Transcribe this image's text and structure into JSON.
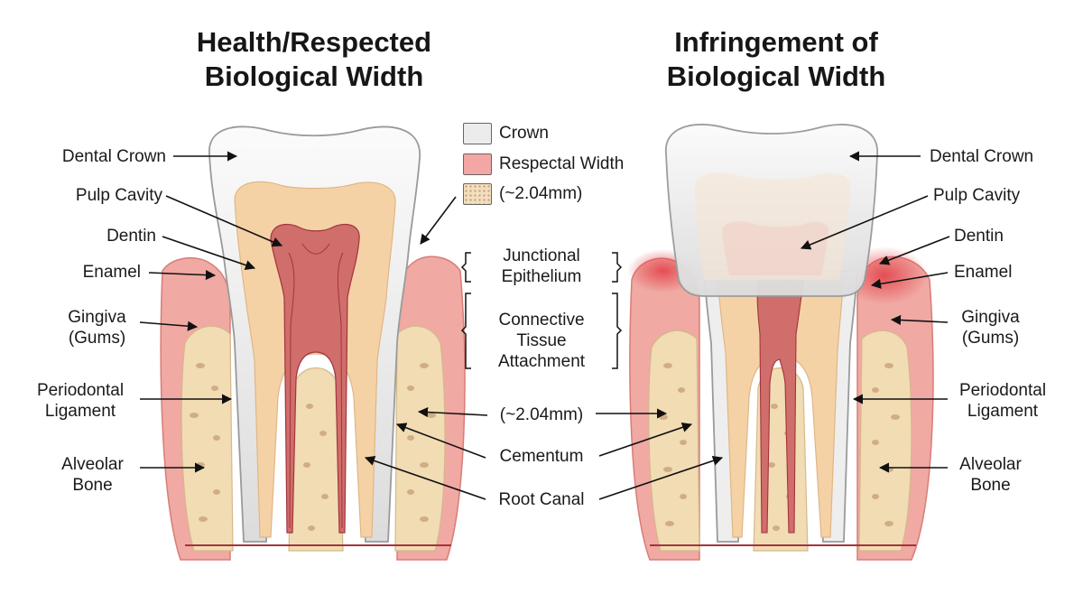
{
  "titles": {
    "left": [
      "Health/Respected",
      "Biological Width"
    ],
    "right": [
      "Infringement of",
      "Biological Width"
    ]
  },
  "legend": [
    {
      "label": "Crown",
      "color": "#ececec"
    },
    {
      "label": "Respectal Width",
      "color": "#f3a6a3"
    },
    {
      "label": "(~2.04mm)",
      "color": "#f2dfbf"
    }
  ],
  "left_labels": {
    "dental_crown": "Dental Crown",
    "pulp_cavity": "Pulp Cavity",
    "dentin": "Dentin",
    "enamel": "Enamel",
    "gingiva": [
      "Gingiva",
      "(Gums)"
    ],
    "periodontal": [
      "Periodontal",
      "Ligament"
    ],
    "alveolar": [
      "Alveolar",
      "Bone"
    ]
  },
  "right_labels": {
    "dental_crown": "Dental Crown",
    "pulp_cavity": "Pulp Cavity",
    "dentin": "Dentin",
    "enamel": "Enamel",
    "gingiva": [
      "Gingiva",
      "(Gums)"
    ],
    "periodontal": [
      "Periodontal",
      "Ligament"
    ],
    "alveolar": [
      "Alveolar",
      "Bone"
    ]
  },
  "center_labels": {
    "junctional": [
      "Junctional",
      "Epithelium"
    ],
    "connective": [
      "Connective",
      "Tissue",
      "Attachment"
    ],
    "width": "(~2.04mm)",
    "cementum": "Cementum",
    "root_canal": "Root Canal"
  },
  "colors": {
    "gum": "#f0a9a3",
    "gum_inflamed": "#e8545a",
    "bone": "#f1dcb4",
    "bone_pore": "#c9a27a",
    "dentin": "#f5d2a6",
    "pulp": "#cf6e6a",
    "enamel": "#eeeeee",
    "vessel": "#a3343c"
  }
}
